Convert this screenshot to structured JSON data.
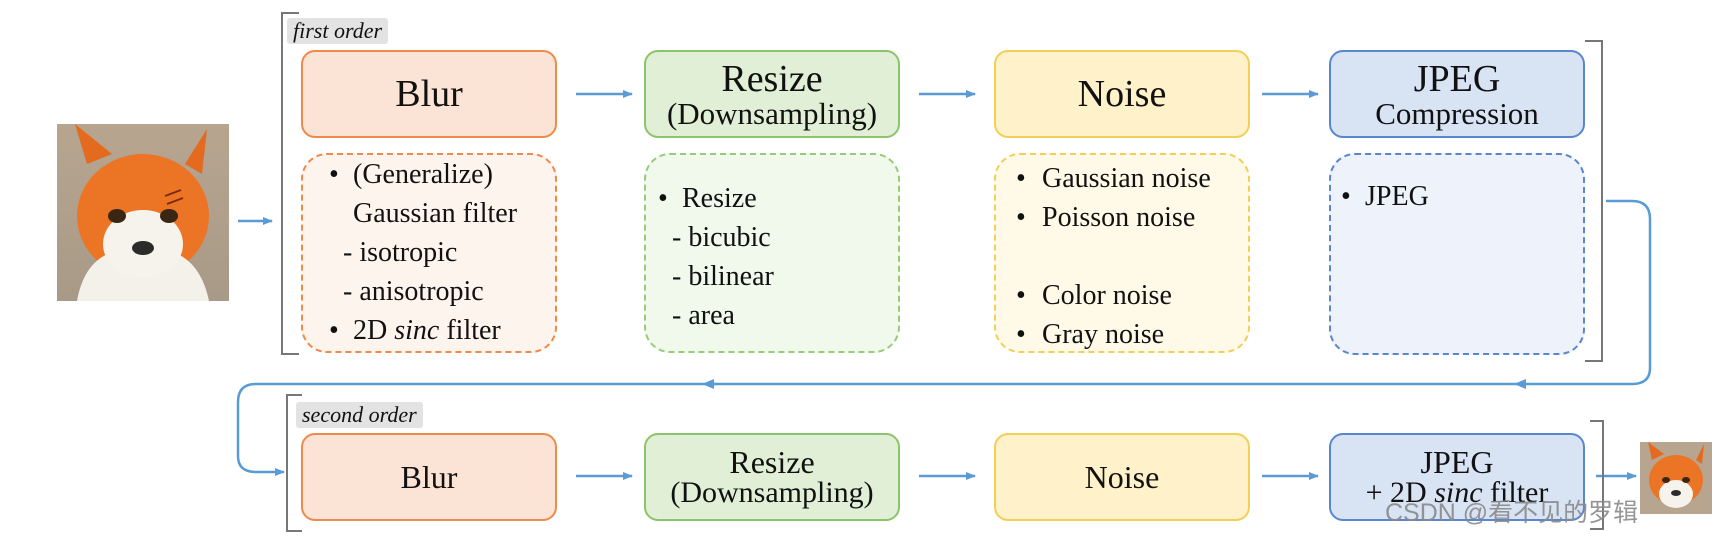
{
  "stages": {
    "first_order": {
      "label": "first order",
      "blur": {
        "title": "Blur"
      },
      "resize": {
        "title": "Resize",
        "subtitle": "(Downsampling)"
      },
      "noise": {
        "title": "Noise"
      },
      "jpeg": {
        "title": "JPEG",
        "subtitle": "Compression"
      }
    },
    "second_order": {
      "label": "second order",
      "blur": {
        "title": "Blur"
      },
      "resize": {
        "title": "Resize",
        "subtitle": "(Downsampling)"
      },
      "noise": {
        "title": "Noise"
      },
      "jpeg": {
        "title": "JPEG",
        "subtitle_prefix": "+ 2D ",
        "subtitle_italic": "sinc",
        "subtitle_suffix": " filter"
      }
    }
  },
  "details": {
    "blur": {
      "item1_line1": "(Generalize)",
      "item1_line2": "Gaussian filter",
      "sub1": "- isotropic",
      "sub2": "- anisotropic",
      "item2_prefix": "2D ",
      "item2_italic": "sinc",
      "item2_suffix": " filter"
    },
    "resize": {
      "item1": "Resize",
      "sub1": "- bicubic",
      "sub2": "- bilinear",
      "sub3": "- area"
    },
    "noise": {
      "item1": "Gaussian noise",
      "item2": "Poisson noise",
      "item3": "Color noise",
      "item4": "Gray noise"
    },
    "jpeg": {
      "item1": "JPEG"
    }
  },
  "bullet": "•",
  "watermark_text": "CSDN @看不见的罗辑",
  "colors": {
    "arrow": "#5b9bd5",
    "blur_border": "#ee8a4b",
    "resize_border": "#8cc46b",
    "noise_border": "#f2cf57",
    "jpeg_border": "#5a86cf"
  },
  "icons": {
    "input_image": "fox-face-icon",
    "output_image": "fox-face-small-icon"
  }
}
